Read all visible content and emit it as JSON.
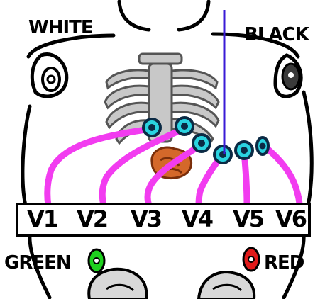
{
  "limb_leads": {
    "white": "WHITE",
    "black": "BLACK",
    "green": "GREEN",
    "red": "RED"
  },
  "chest_leads": [
    "V1",
    "V2",
    "V3",
    "V4",
    "V5",
    "V6"
  ],
  "colors": {
    "wire": "#f23cf0",
    "electrode": "#2ad3e0",
    "pointer": "#3a1bd6",
    "green_electrode": "#1ed11e",
    "red_electrode": "#e01a1a",
    "heart": "#d4682a"
  }
}
